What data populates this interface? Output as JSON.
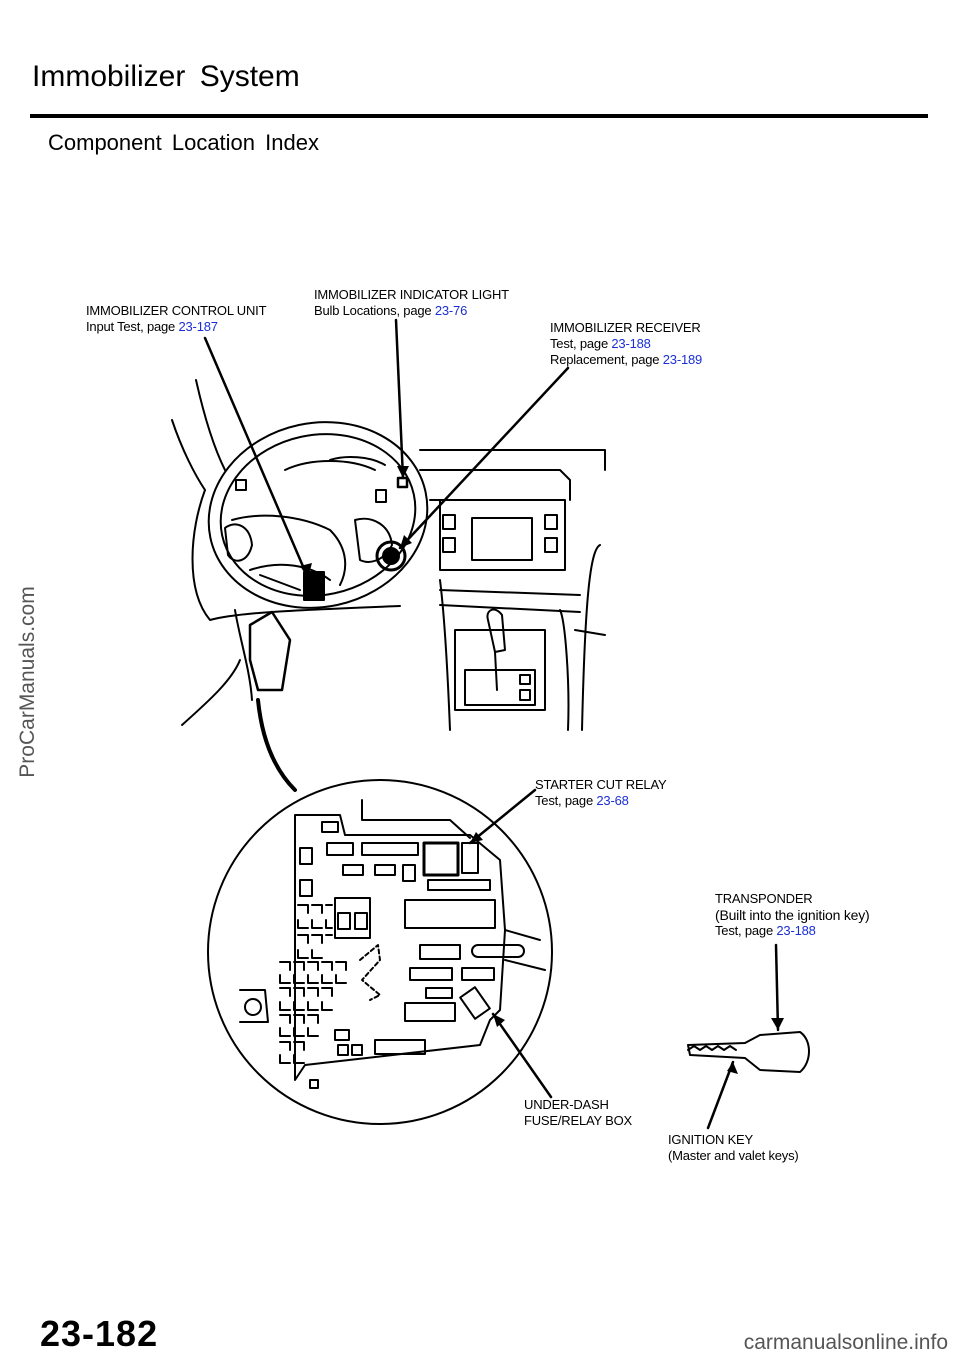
{
  "header": {
    "title": "Immobilizer System",
    "subtitle": "Component Location Index"
  },
  "callouts": {
    "control_unit": {
      "line1": "IMMOBILIZER CONTROL UNIT",
      "prefix": "Input Test, page ",
      "page": "23-187"
    },
    "indicator_light": {
      "line1": "IMMOBILIZER INDICATOR LIGHT",
      "prefix": "Bulb Locations, page ",
      "page": "23-76"
    },
    "receiver": {
      "line1": "IMMOBILIZER RECEIVER",
      "prefix2": "Test, page ",
      "page2": "23-188",
      "prefix3": "Replacement, page ",
      "page3": "23-189"
    },
    "starter_cut_relay": {
      "line1": "STARTER CUT RELAY",
      "prefix": "Test, page ",
      "page": "23-68"
    },
    "transponder": {
      "line1": "TRANSPONDER",
      "line2": "(Built into the ignition key)",
      "prefix": "Test, page ",
      "page": "23-188"
    },
    "fuse_box": {
      "line1": "UNDER-DASH",
      "line2": "FUSE/RELAY BOX"
    },
    "ignition_key": {
      "line1": "IGNITION KEY",
      "line2": "(Master and valet keys)"
    }
  },
  "footer": {
    "page_number": "23-182"
  },
  "watermarks": {
    "left": "ProCarManuals.com",
    "bottom": "carmanualsonline.info"
  },
  "colors": {
    "link": "#1a2fd6",
    "ink": "#000000"
  }
}
